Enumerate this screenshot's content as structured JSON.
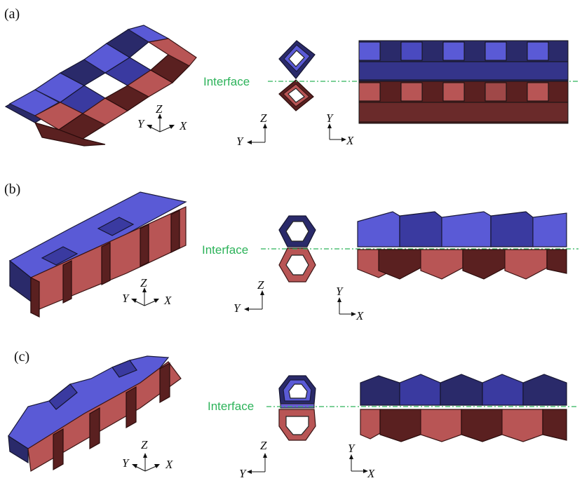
{
  "panels": [
    {
      "id": "a",
      "label": "(a)",
      "interface_label": "Interface",
      "iso_axes": {
        "y": "Y",
        "z": "Z",
        "x": "X"
      },
      "side_axes": {
        "z": "Z",
        "y": "Y"
      },
      "top_axes": {
        "y": "Y",
        "x": "X"
      }
    },
    {
      "id": "b",
      "label": "(b)",
      "interface_label": "Interface",
      "iso_axes": {
        "y": "Y",
        "z": "Z",
        "x": "X"
      },
      "side_axes": {
        "z": "Z",
        "y": "Y"
      },
      "top_axes": {
        "y": "Y",
        "x": "X"
      }
    },
    {
      "id": "c",
      "label": "(c)",
      "interface_label": "Interface",
      "iso_axes": {
        "y": "Y",
        "z": "Z",
        "x": "X"
      },
      "side_axes": {
        "z": "Z",
        "y": "Y"
      },
      "top_axes": {
        "y": "Y",
        "x": "X"
      }
    }
  ],
  "colors": {
    "upper_layer": "#5a5ad6",
    "lower_layer": "#b85555",
    "interface_line": "#2db35a"
  }
}
